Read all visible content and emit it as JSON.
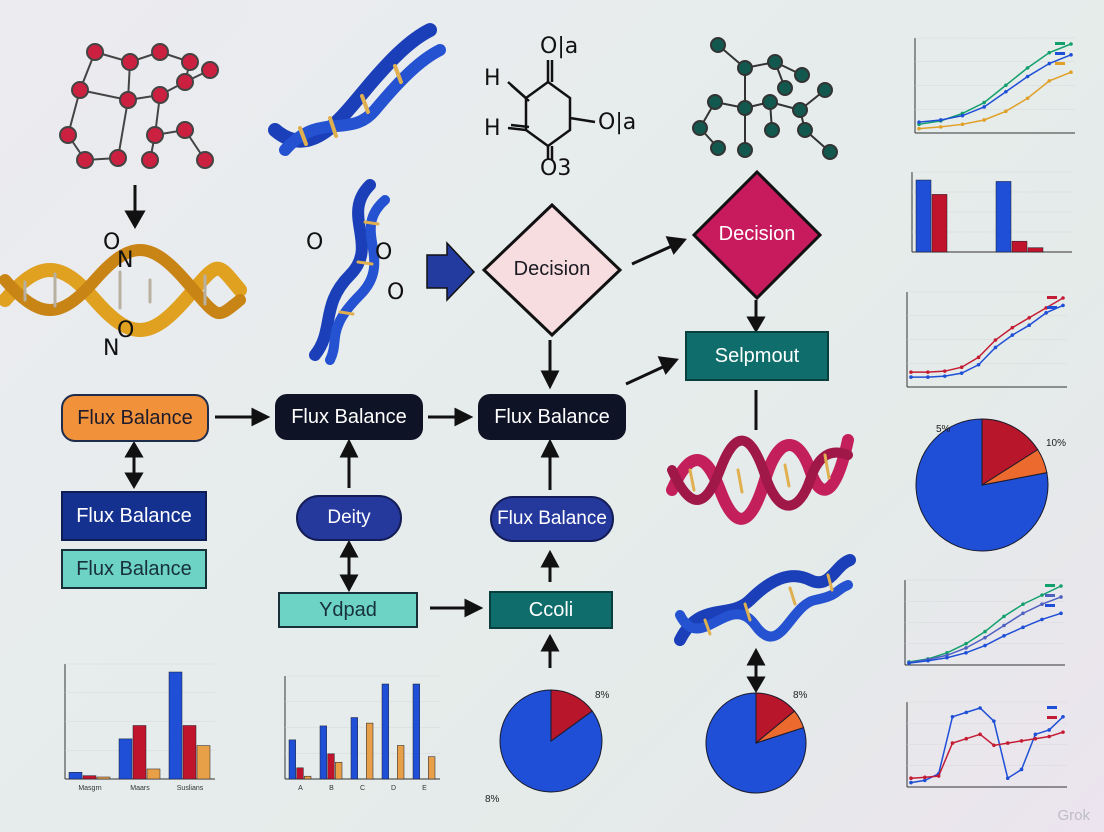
{
  "molecule": {
    "labels_helix_left": [
      "O",
      "N",
      "O",
      "N"
    ],
    "labels_helix_mid": [
      "O",
      "O",
      "O"
    ],
    "structure": {
      "h_top": "H",
      "h_bottom": "H",
      "o_top": "O|a",
      "o_right": "O|a",
      "o_bottom": "O3"
    }
  },
  "nodes": {
    "decision_1": "Decision",
    "decision_2": "Decision",
    "selpmout": "Selpmout",
    "flux_orange": "Flux Balance",
    "flux_dark_1": "Flux Balance",
    "flux_dark_2": "Flux Balance",
    "flux_navy": "Flux Balance",
    "flux_teal": "Flux Balance",
    "deity": "Deity",
    "flux_pill": "Flux Balance",
    "ydpad": "Ydpad",
    "ccoli": "Ccoli"
  },
  "pie_labels": {
    "right_top_left": "5%",
    "right_top_right": "10%",
    "center_top": "8%",
    "center_bottom": "8%",
    "far_top": "8%"
  },
  "chart_data": [
    {
      "type": "line",
      "position": "right-1",
      "ylim": [
        0,
        200
      ],
      "x": [
        0,
        2,
        4,
        6,
        8,
        10,
        12,
        14
      ],
      "series": [
        {
          "color": "#14a06c",
          "values": [
            20,
            28,
            45,
            70,
            110,
            150,
            185,
            205
          ]
        },
        {
          "color": "#1f4fd6",
          "values": [
            25,
            30,
            40,
            60,
            95,
            130,
            160,
            180
          ]
        },
        {
          "color": "#e0a028",
          "values": [
            10,
            14,
            20,
            30,
            50,
            80,
            120,
            140
          ]
        }
      ]
    },
    {
      "type": "bar",
      "position": "right-2",
      "categories": [
        "",
        ""
      ],
      "series": [
        {
          "color": "#1f4fd6",
          "values": [
            100,
            98
          ]
        },
        {
          "color": "#c0142c",
          "values": [
            80,
            15
          ]
        },
        {
          "color": "#c0142c",
          "values": [
            0,
            6
          ]
        }
      ]
    },
    {
      "type": "line",
      "position": "right-3",
      "series": [
        {
          "color": "#c41c34",
          "values": [
            30,
            30,
            32,
            40,
            60,
            95,
            120,
            140,
            160,
            180
          ]
        },
        {
          "color": "#1f4fd6",
          "values": [
            20,
            20,
            22,
            28,
            45,
            80,
            105,
            125,
            150,
            165
          ]
        }
      ]
    },
    {
      "type": "pie",
      "position": "right-4",
      "slices": [
        {
          "color": "#1f4fd6",
          "value": 78
        },
        {
          "color": "#b8162a",
          "value": 16
        },
        {
          "color": "#ec6a2e",
          "value": 6
        }
      ]
    },
    {
      "type": "line",
      "position": "right-5",
      "series": [
        {
          "color": "#14a06c",
          "values": [
            5,
            10,
            20,
            35,
            55,
            80,
            100,
            115,
            130
          ]
        },
        {
          "color": "#5060c0",
          "values": [
            4,
            9,
            16,
            28,
            45,
            65,
            85,
            100,
            112
          ]
        },
        {
          "color": "#1f4fd6",
          "values": [
            3,
            7,
            12,
            20,
            32,
            48,
            62,
            75,
            85
          ]
        }
      ]
    },
    {
      "type": "line",
      "position": "right-6",
      "series": [
        {
          "color": "#1f4fd6",
          "values": [
            10,
            15,
            30,
            160,
            170,
            180,
            150,
            20,
            40,
            120,
            130,
            160
          ]
        },
        {
          "color": "#c41c34",
          "values": [
            20,
            22,
            25,
            100,
            110,
            120,
            95,
            100,
            105,
            110,
            115,
            125
          ]
        }
      ]
    },
    {
      "type": "bar",
      "position": "bottom-1",
      "categories": [
        "Masgrn",
        "Maars",
        "Suslians"
      ],
      "series": [
        {
          "color": "#1f4fd6",
          "values": [
            10,
            60,
            160
          ]
        },
        {
          "color": "#c0142c",
          "values": [
            5,
            80,
            80
          ]
        },
        {
          "color": "#e8a048",
          "values": [
            3,
            15,
            50
          ]
        }
      ]
    },
    {
      "type": "bar",
      "position": "bottom-2",
      "categories": [
        "A",
        "B",
        "C",
        "D",
        "E"
      ],
      "series": [
        {
          "color": "#1f4fd6",
          "values": [
            70,
            95,
            110,
            170,
            170
          ]
        },
        {
          "color": "#c0142c",
          "values": [
            20,
            45,
            0,
            0,
            0
          ]
        },
        {
          "color": "#e8a048",
          "values": [
            5,
            30,
            100,
            60,
            40
          ]
        }
      ]
    },
    {
      "type": "pie",
      "position": "center",
      "slices": [
        {
          "color": "#1f4fd6",
          "value": 85
        },
        {
          "color": "#b8162a",
          "value": 15
        }
      ]
    },
    {
      "type": "pie",
      "position": "center-right",
      "slices": [
        {
          "color": "#1f4fd6",
          "value": 80
        },
        {
          "color": "#b8162a",
          "value": 14
        },
        {
          "color": "#ec6a2e",
          "value": 6
        }
      ]
    }
  ],
  "watermark": "Grok"
}
